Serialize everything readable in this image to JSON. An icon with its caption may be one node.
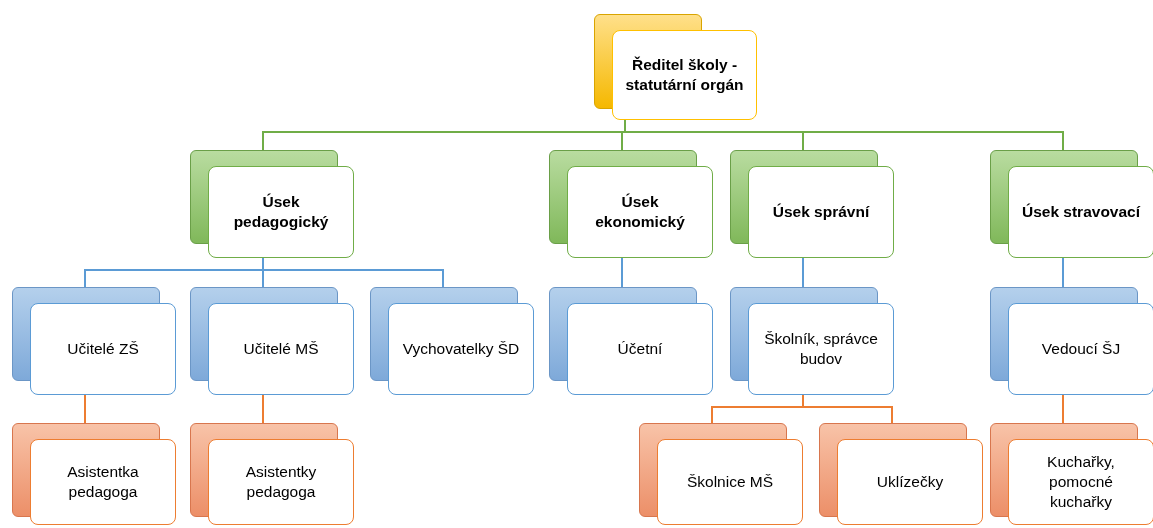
{
  "diagram": {
    "nodes": [
      {
        "text": [
          "Ředitel školy - statutární orgán"
        ]
      },
      {
        "text": [
          "Úsek pedagogický"
        ]
      },
      {
        "text": [
          "Úsek ekonomický"
        ]
      },
      {
        "text": [
          "Úsek správní"
        ]
      },
      {
        "text": [
          "Úsek stravovací"
        ]
      },
      {
        "text": [
          "Učitelé ZŠ"
        ]
      },
      {
        "text": [
          "Učitelé MŠ"
        ]
      },
      {
        "text": [
          "Vychovatelky ŠD"
        ]
      },
      {
        "text": [
          "Účetní"
        ]
      },
      {
        "text": [
          "Školník, správce budov"
        ]
      },
      {
        "text": [
          "Vedoucí ŠJ"
        ]
      },
      {
        "text": [
          "Asistentka pedagoga"
        ]
      },
      {
        "text": [
          "Asistentky pedagoga"
        ]
      },
      {
        "text": [
          "Školnice MŠ"
        ]
      },
      {
        "text": [
          "Uklízečky"
        ]
      },
      {
        "text": [
          "Kuchařky, pomocné kuchařky"
        ]
      }
    ],
    "edges": [
      {
        "from": 0,
        "to": 1,
        "arrow": "none",
        "color": "#70ad47"
      },
      {
        "from": 0,
        "to": 2,
        "arrow": "none",
        "color": "#70ad47"
      },
      {
        "from": 0,
        "to": 3,
        "arrow": "none",
        "color": "#70ad47"
      },
      {
        "from": 0,
        "to": 4,
        "arrow": "none",
        "color": "#70ad47"
      },
      {
        "from": 1,
        "to": 5,
        "arrow": "none"
      },
      {
        "from": 1,
        "to": 6,
        "arrow": "none"
      },
      {
        "from": 1,
        "to": 7,
        "arrow": "none"
      },
      {
        "from": 2,
        "to": 8,
        "arrow": "none"
      },
      {
        "from": 3,
        "to": 9,
        "arrow": "none"
      },
      {
        "from": 4,
        "to": 10,
        "arrow": "none"
      },
      {
        "from": 5,
        "to": 11,
        "arrow": "none",
        "color": "#ed7d31"
      },
      {
        "from": 6,
        "to": 12,
        "arrow": "none",
        "color": "#ed7d31"
      },
      {
        "from": 9,
        "to": 13,
        "arrow": "none",
        "color": "#ed7d31"
      },
      {
        "from": 9,
        "to": 14,
        "arrow": "none",
        "color": "#ed7d31"
      },
      {
        "from": 10,
        "to": 15,
        "arrow": "none",
        "color": "#ed7d31"
      }
    ]
  }
}
